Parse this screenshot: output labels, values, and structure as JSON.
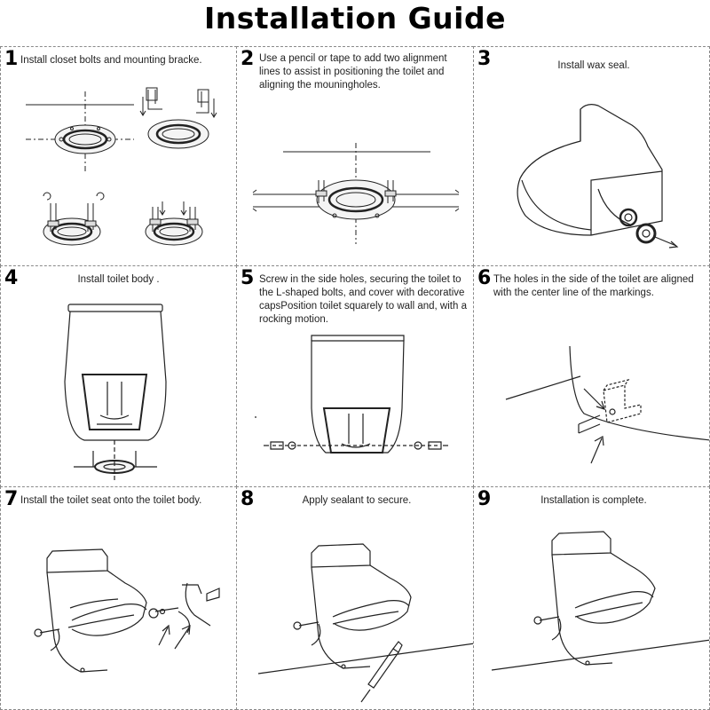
{
  "title": "Installation Guide",
  "steps": [
    {
      "number": "1",
      "text": "Install closet bolts and mounting bracke."
    },
    {
      "number": "2",
      "text": "Use a pencil or tape to add two alignment lines to assist in positioning the toilet and aligning the mouningholes."
    },
    {
      "number": "3",
      "text": "Install wax seal."
    },
    {
      "number": "4",
      "text": "Install toilet body ."
    },
    {
      "number": "5",
      "text": "Screw in the side holes, securing the toilet to the L-shaped bolts, and cover with decorative capsPosition toilet squarely to wall and, with a rocking motion."
    },
    {
      "number": "6",
      "text": "The holes in the side of the toilet are aligned with the center line of the markings."
    },
    {
      "number": "7",
      "text": "Install the toilet seat onto the toilet body."
    },
    {
      "number": "8",
      "text": "Apply sealant to secure."
    },
    {
      "number": "9",
      "text": "Installation is complete."
    }
  ]
}
